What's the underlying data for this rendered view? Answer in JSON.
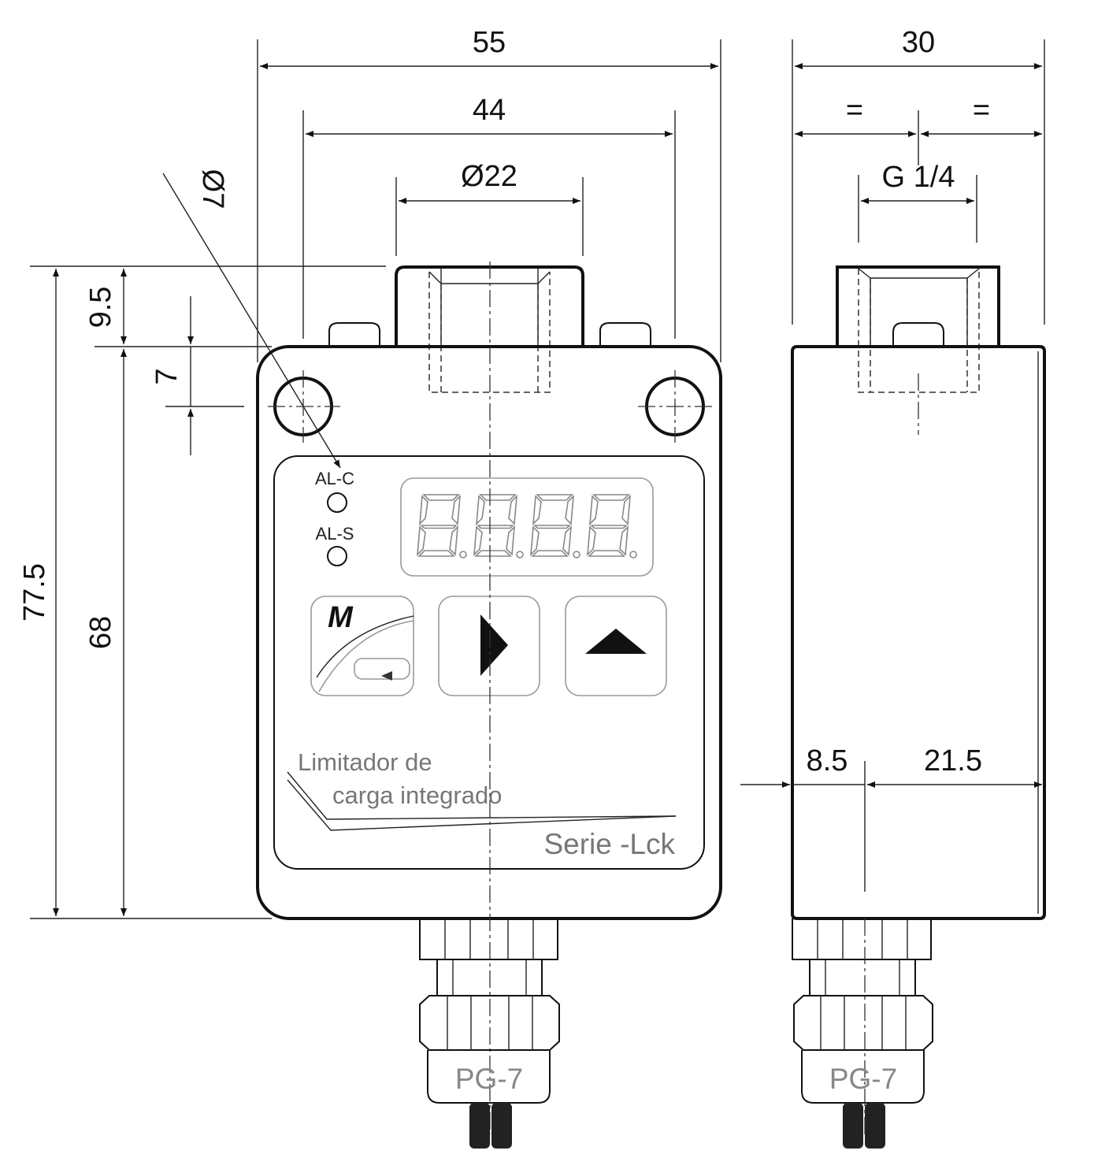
{
  "dimensions": {
    "overall_width": "55",
    "mount_spacing": "44",
    "port_diameter": "Ø22",
    "hole_diameter": "Ø7",
    "side_width": "30",
    "equal_left": "=",
    "equal_right": "=",
    "thread": "G 1/4",
    "port_height": "9.5",
    "hole_offset": "7",
    "total_height": "77.5",
    "body_height": "68",
    "depth_front": "8.5",
    "depth_rear": "21.5"
  },
  "front_panel": {
    "led_1": "AL-C",
    "led_2": "AL-S",
    "button_m": "M",
    "label_line_1": "Limitador de",
    "label_line_2": "carga integrado",
    "series": "Serie -Lck"
  },
  "connectors": {
    "front_gland": "PG-7",
    "side_gland": "PG-7"
  }
}
